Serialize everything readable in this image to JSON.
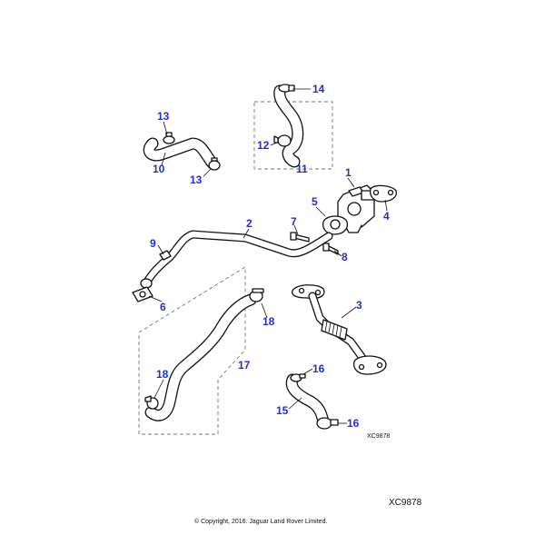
{
  "callouts": {
    "c1": "1",
    "c2": "2",
    "c3": "3",
    "c4": "4",
    "c5": "5",
    "c6": "6",
    "c7": "7",
    "c8": "8",
    "c9": "9",
    "c10": "10",
    "c11": "11",
    "c12": "12",
    "c13a": "13",
    "c13b": "13",
    "c14": "14",
    "c15": "15",
    "c16a": "16",
    "c16b": "16",
    "c17": "17",
    "c18a": "18",
    "c18b": "18"
  },
  "reference_small": "XC9878",
  "reference_large": "XC9878",
  "copyright": "© Copyright, 2016. Jaguar Land Rover Limited.",
  "colors": {
    "callout": "#1d2fd8",
    "line": "#111111",
    "dashbox": "#777777"
  }
}
